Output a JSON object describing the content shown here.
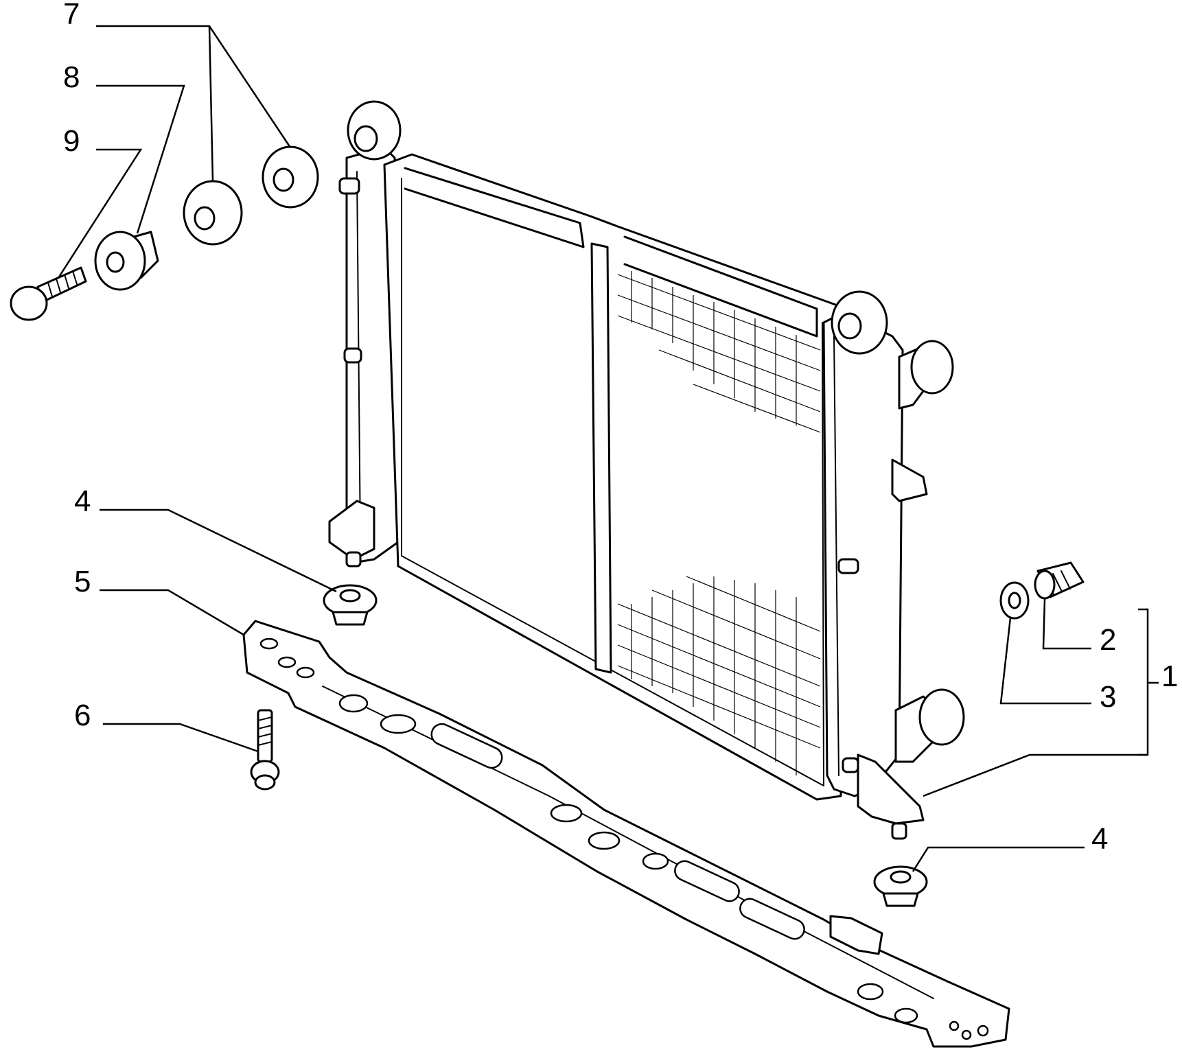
{
  "callouts": {
    "c7": "7",
    "c8": "8",
    "c9": "9",
    "c4a": "4",
    "c5": "5",
    "c6": "6",
    "c4b": "4",
    "c2": "2",
    "c3": "3",
    "c1": "1"
  }
}
